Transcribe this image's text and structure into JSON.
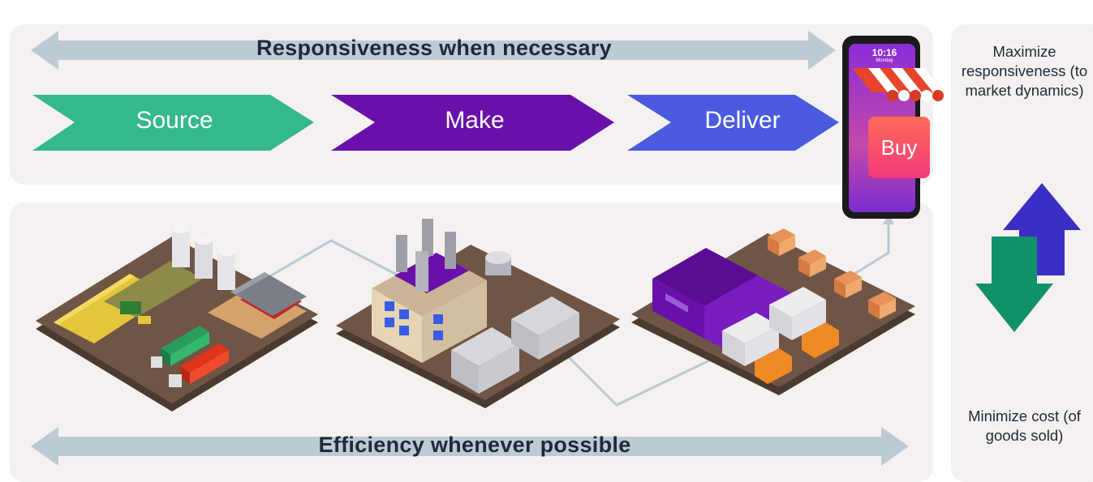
{
  "top_banner": {
    "text": "Responsiveness when necessary"
  },
  "bottom_banner": {
    "text": "Efficiency whenever possible"
  },
  "stages": [
    {
      "label": "Source",
      "color": "#35b98a"
    },
    {
      "label": "Make",
      "color": "#6a10aa"
    },
    {
      "label": "Deliver",
      "color": "#4a5be0"
    }
  ],
  "phone": {
    "time": "10:16",
    "day": "Monday",
    "buy_label": "Buy"
  },
  "side": {
    "maximize_text": "Maximize responsiveness (to market dynamics)",
    "minimize_text": "Minimize cost (of goods sold)",
    "up_arrow_color": "#3a2ec4",
    "down_arrow_color": "#12906a"
  },
  "colors": {
    "panel": "#f5f1f0",
    "banner_arrow": "#bccbd3",
    "ground": "#6f5546",
    "purple_building": "#6a10aa"
  }
}
